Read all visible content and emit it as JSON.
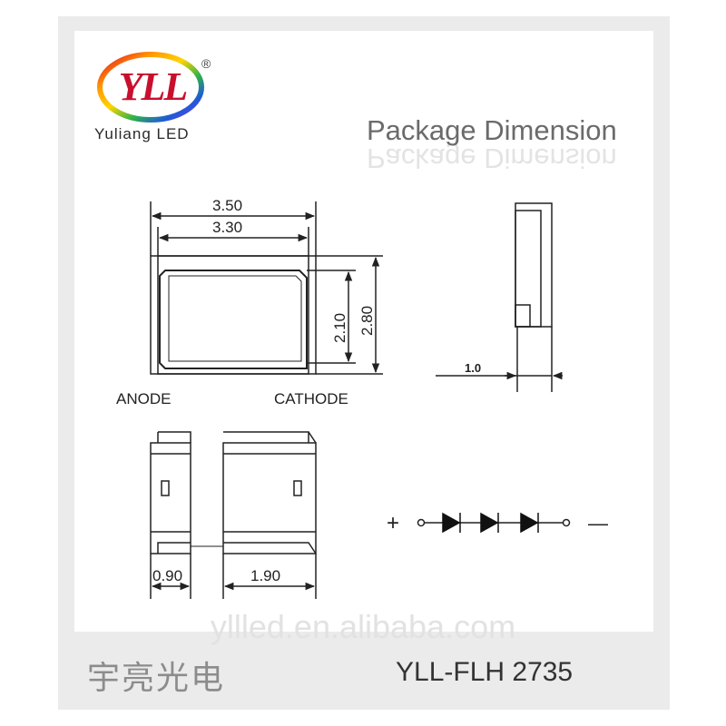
{
  "brand": {
    "logo_text": "YLL",
    "registered_mark": "®",
    "name": "Yuliang LED"
  },
  "title": "Package Dimension",
  "top_view": {
    "dim_outer_width": "3.50",
    "dim_inner_width": "3.30",
    "dim_inner_height": "2.10",
    "dim_outer_height": "2.80",
    "label_anode": "ANODE",
    "label_cathode": "CATHODE"
  },
  "side_view": {
    "dim_thickness": "1.0"
  },
  "bottom_view": {
    "dim_pad_width": "0.90",
    "dim_gap_width": "1.90"
  },
  "schematic": {
    "plus_sign": "+",
    "minus_sign": "—",
    "diode_count": 3
  },
  "watermark_url": "yllled.en.alibaba.com",
  "company_cn": "宇亮光电",
  "model": "YLL-FLH  2735",
  "colors": {
    "logo_ring_gradient": [
      "#e4002b",
      "#ff9900",
      "#ffd500",
      "#2fb24a",
      "#1e5bd8",
      "#8a2be2"
    ],
    "logo_text": "#c8102e",
    "title": "#6b6b6b"
  }
}
